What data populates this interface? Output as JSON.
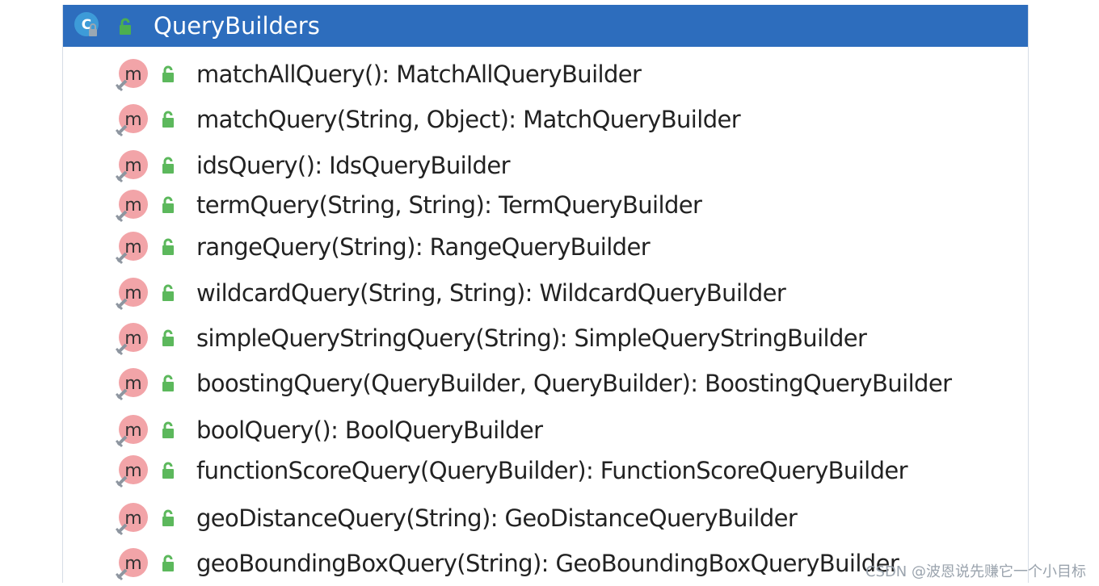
{
  "header": {
    "title": "QueryBuilders",
    "icon": "class-icon",
    "icon_letter": "C",
    "background": "#2d6dbd"
  },
  "methods": [
    {
      "signature": "matchAllQuery(): MatchAllQueryBuilder"
    },
    {
      "signature": "matchQuery(String, Object): MatchQueryBuilder"
    },
    {
      "signature": "idsQuery(): IdsQueryBuilder"
    },
    {
      "signature": "termQuery(String, String): TermQueryBuilder"
    },
    {
      "signature": "rangeQuery(String): RangeQueryBuilder"
    },
    {
      "signature": "wildcardQuery(String, String): WildcardQueryBuilder"
    },
    {
      "signature": "simpleQueryStringQuery(String): SimpleQueryStringBuilder"
    },
    {
      "signature": "boostingQuery(QueryBuilder, QueryBuilder): BoostingQueryBuilder"
    },
    {
      "signature": "boolQuery(): BoolQueryBuilder"
    },
    {
      "signature": "functionScoreQuery(QueryBuilder): FunctionScoreQueryBuilder"
    },
    {
      "signature": "geoDistanceQuery(String): GeoDistanceQueryBuilder"
    },
    {
      "signature": "geoBoundingBoxQuery(String): GeoBoundingBoxQueryBuilder"
    }
  ],
  "method_icon_letter": "m",
  "colors": {
    "method_icon": "#f2a4a8",
    "lock_icon": "#5cb85c"
  },
  "watermark": "CSDN @波恩说先赚它一个小目标"
}
